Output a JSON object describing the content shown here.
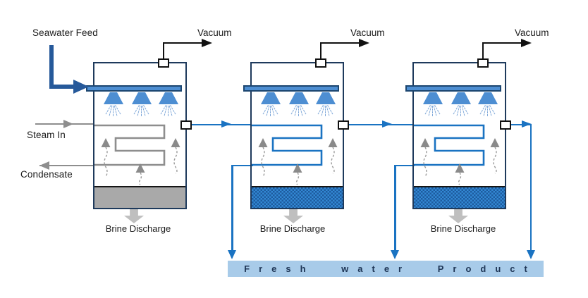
{
  "labels": {
    "seawater_feed": "Seawater Feed",
    "steam_in": "Steam In",
    "condensate": "Condensate",
    "fresh_water_product": "Fresh water Product"
  },
  "vessels": [
    {
      "vacuum_label": "Vacuum",
      "brine_label": "Brine Discharge"
    },
    {
      "vacuum_label": "Vacuum",
      "brine_label": "Brine Discharge"
    },
    {
      "vacuum_label": "Vacuum",
      "brine_label": "Brine Discharge"
    }
  ],
  "colors": {
    "flow_blue": "#1a73c2",
    "feed_blue": "#26599a",
    "vessel_outline": "#1e3a5c",
    "spray_blue": "#4d8ed2",
    "spray_mist": "#7fa8d9",
    "product_bar": "#a8cbe9",
    "product_text": "#1f3656",
    "steam_gray": "#8e8e8e",
    "brine_fill_gray": "#a9a9a9",
    "discharge_arrow_gray": "#bfbfbf",
    "brine_pattern_light": "#3387d3",
    "brine_pattern_dark": "#1d5c9f",
    "vacuum_black": "#111111"
  }
}
